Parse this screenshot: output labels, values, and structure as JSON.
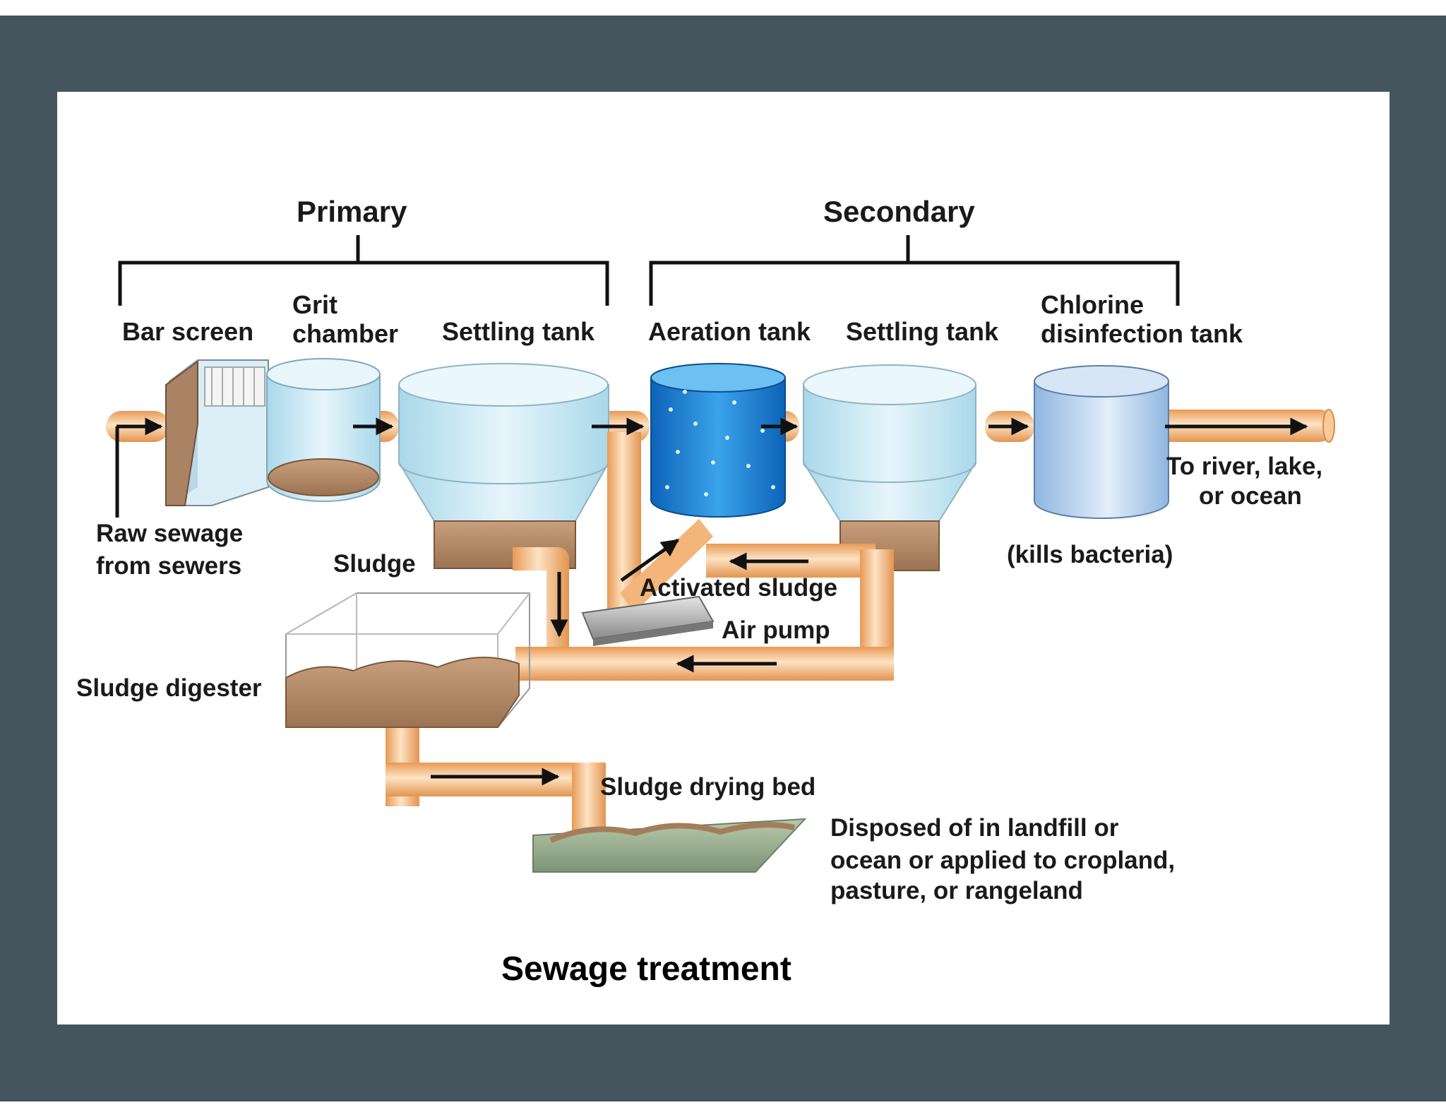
{
  "colors": {
    "frame": "#44555e",
    "pipe": "#f2b87b",
    "pipe_highlight": "#fde3c4",
    "water": "#cfeaf4",
    "aeration_water": "#1e88d6",
    "chlorine_tank": "#b9d3ee",
    "sludge": "#b58a67"
  },
  "headers": {
    "primary": "Primary",
    "secondary": "Secondary"
  },
  "stages": {
    "bar_screen": "Bar screen",
    "grit_line1": "Grit",
    "grit_line2": "chamber",
    "settling_primary": "Settling tank",
    "aeration": "Aeration tank",
    "settling_secondary": "Settling tank",
    "chlorine_line1": "Chlorine",
    "chlorine_line2": "disinfection tank"
  },
  "labels": {
    "raw_line1": "Raw sewage",
    "raw_line2": "from sewers",
    "sludge": "Sludge",
    "activated_sludge": "Activated sludge",
    "air_pump": "Air pump",
    "kills_bacteria": "(kills bacteria)",
    "river_line1": "To river, lake,",
    "river_line2": "or ocean",
    "sludge_digester": "Sludge digester",
    "drying_bed": "Sludge drying bed",
    "disposed_line1": "Disposed of in landfill or",
    "disposed_line2": "ocean or applied to cropland,",
    "disposed_line3": "pasture, or rangeland"
  },
  "caption": "Sewage treatment"
}
